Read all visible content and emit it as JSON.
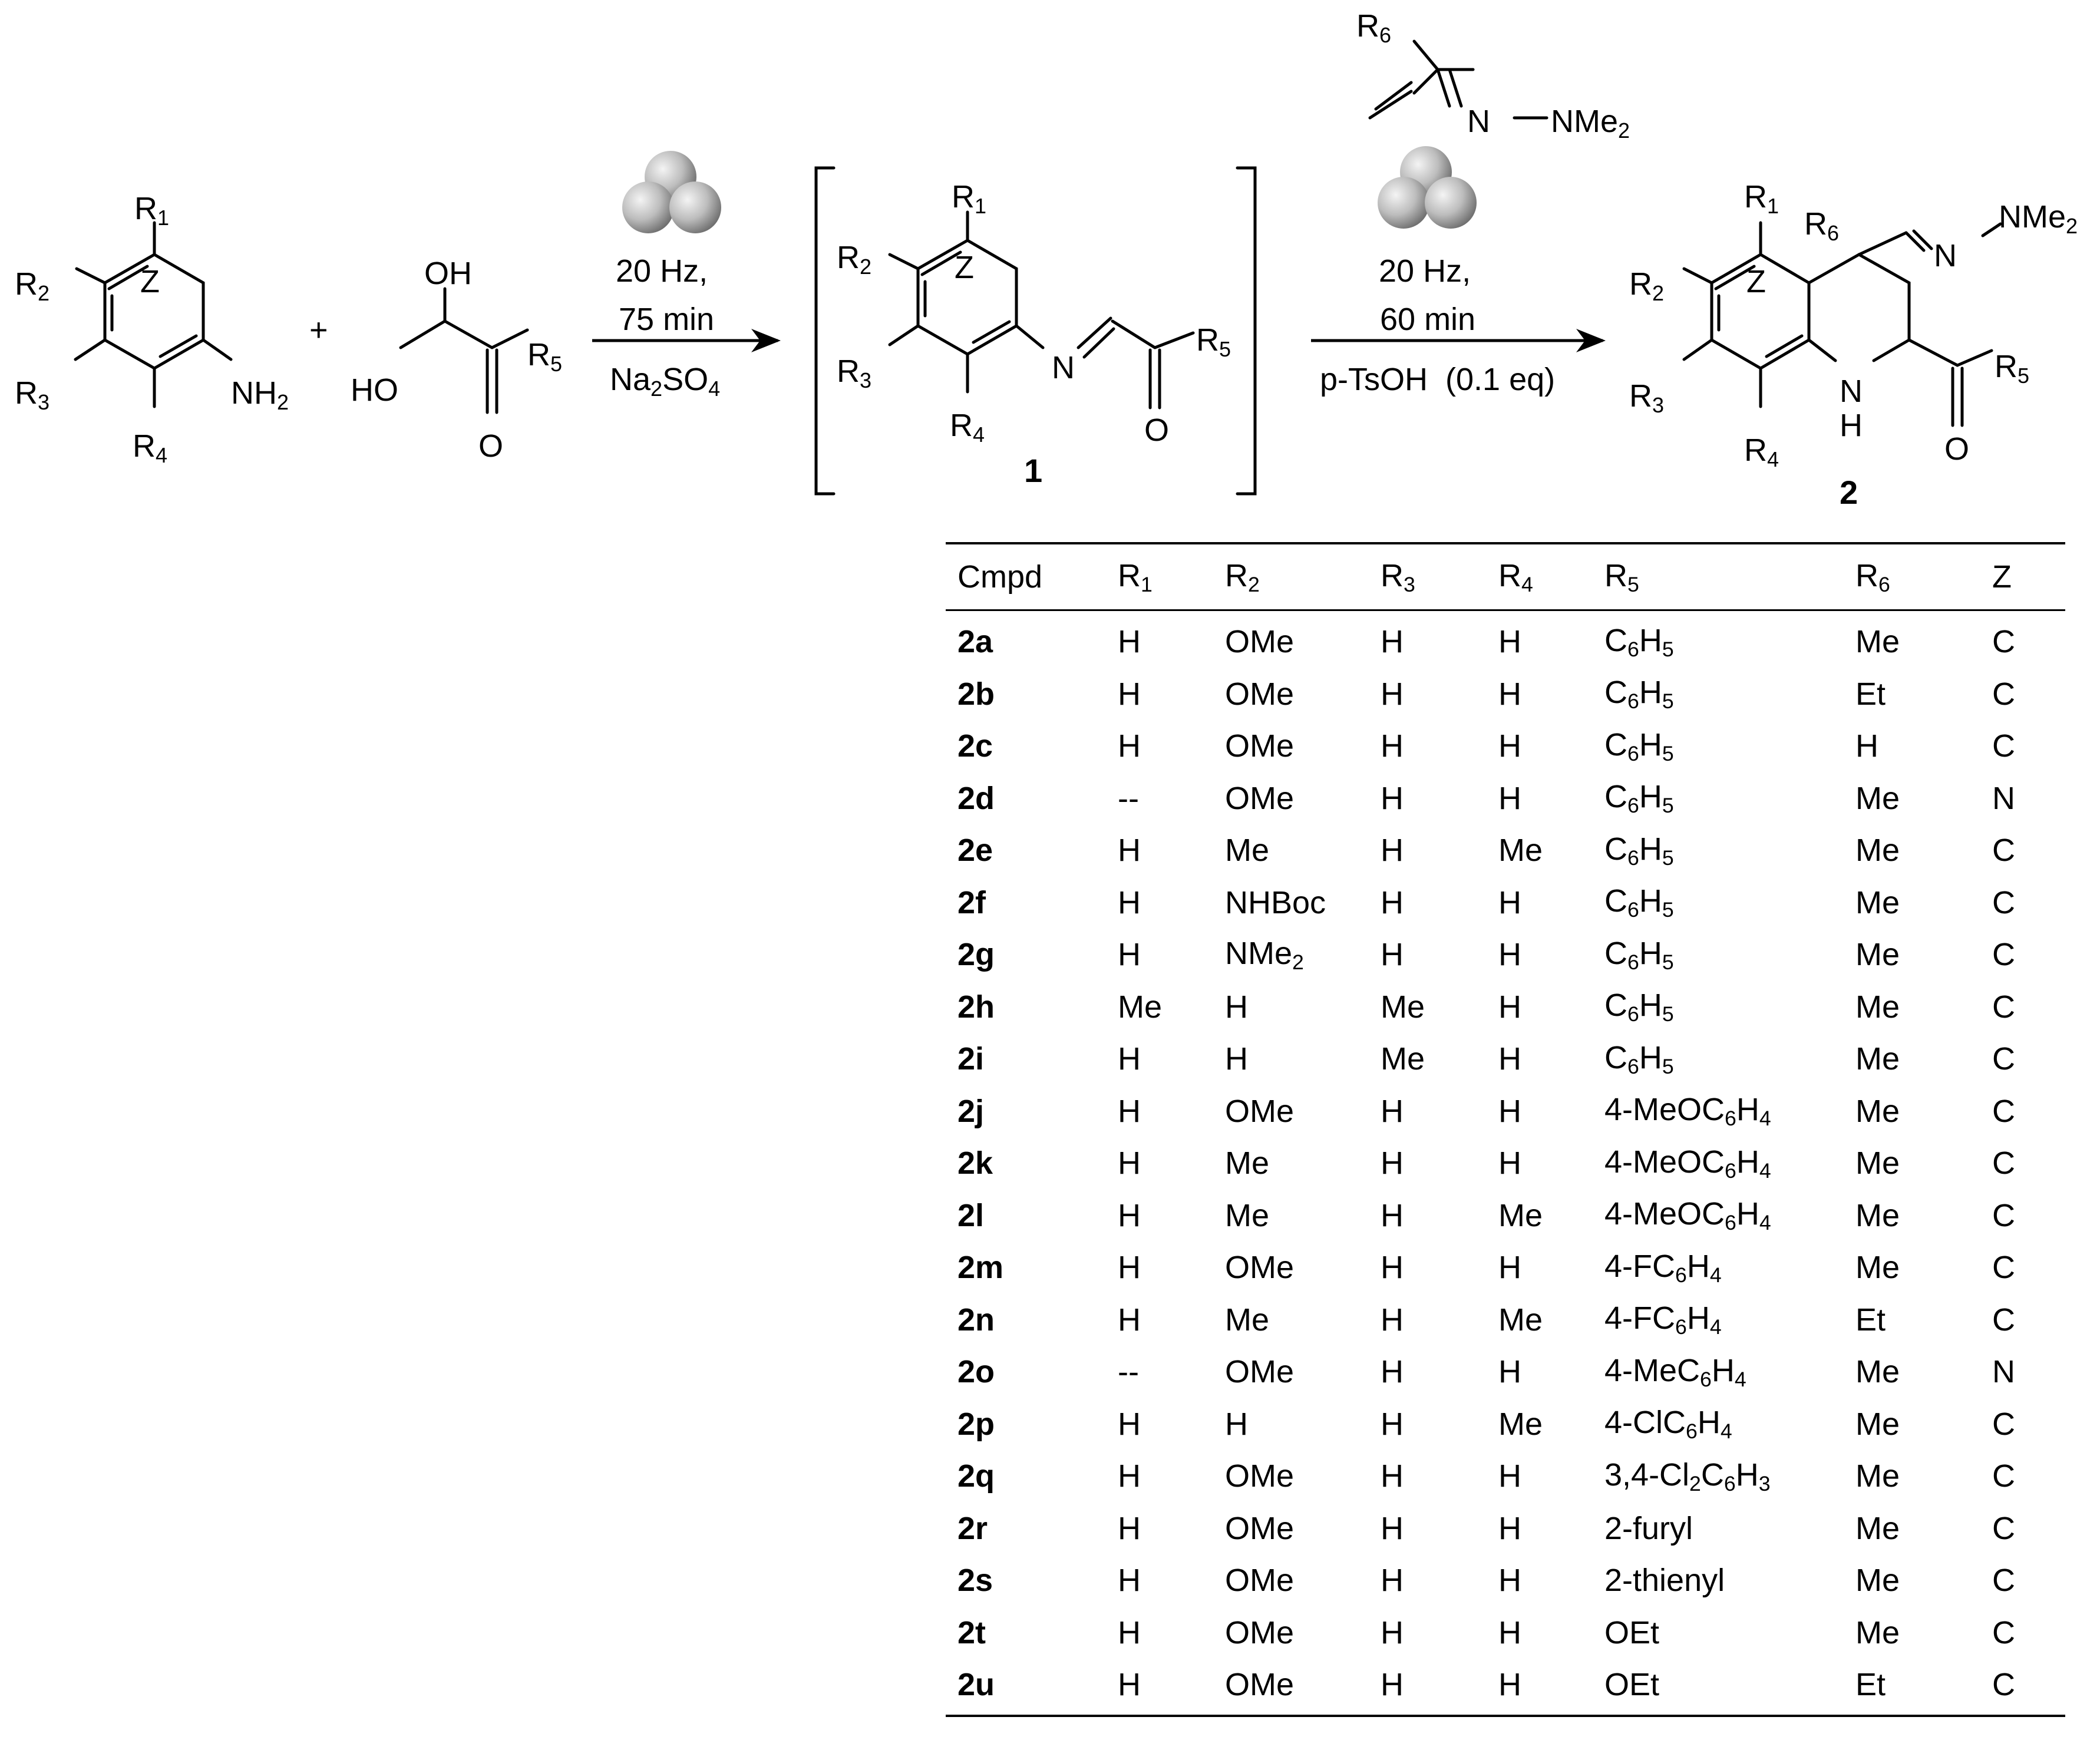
{
  "reactants": {
    "aniline": {
      "r1": "R1",
      "r2": "R2",
      "r3": "R3",
      "r4": "R4",
      "z": "Z",
      "nh2": "NH2"
    },
    "plus": "+",
    "glyoxal": {
      "oh_top": "OH",
      "ho": "HO",
      "o": "O",
      "r5": "R5"
    }
  },
  "step1": {
    "freq": "20 Hz,",
    "time": "75 min",
    "additive": "Na2SO4"
  },
  "intermediate": {
    "label": "1",
    "r1": "R1",
    "r2": "R2",
    "r3": "R3",
    "r4": "R4",
    "r5": "R5",
    "z": "Z",
    "n": "N",
    "o": "O"
  },
  "reagent2": {
    "r6": "R6",
    "n": "N",
    "nme2": "NMe2"
  },
  "step2": {
    "freq": "20 Hz,",
    "time": "60 min",
    "catalyst": "p-TsOH  (0.1 eq)"
  },
  "product": {
    "label": "2",
    "r1": "R1",
    "r2": "R2",
    "r3": "R3",
    "r4": "R4",
    "r5": "R5",
    "r6": "R6",
    "z": "Z",
    "n_top": "N",
    "nme2": "NMe2",
    "nh": "N",
    "h": "H",
    "o": "O"
  },
  "table": {
    "headers": [
      "Cmpd",
      "R1",
      "R2",
      "R3",
      "R4",
      "R5",
      "R6",
      "Z"
    ],
    "rows": [
      [
        "2a",
        "H",
        "OMe",
        "H",
        "H",
        "C6H5",
        "Me",
        "C"
      ],
      [
        "2b",
        "H",
        "OMe",
        "H",
        "H",
        "C6H5",
        "Et",
        "C"
      ],
      [
        "2c",
        "H",
        "OMe",
        "H",
        "H",
        "C6H5",
        "H",
        "C"
      ],
      [
        "2d",
        "--",
        "OMe",
        "H",
        "H",
        "C6H5",
        "Me",
        "N"
      ],
      [
        "2e",
        "H",
        "Me",
        "H",
        "Me",
        "C6H5",
        "Me",
        "C"
      ],
      [
        "2f",
        "H",
        "NHBoc",
        "H",
        "H",
        "C6H5",
        "Me",
        "C"
      ],
      [
        "2g",
        "H",
        "NMe2",
        "H",
        "H",
        "C6H5",
        "Me",
        "C"
      ],
      [
        "2h",
        "Me",
        "H",
        "Me",
        "H",
        "C6H5",
        "Me",
        "C"
      ],
      [
        "2i",
        "H",
        "H",
        "Me",
        "H",
        "C6H5",
        "Me",
        "C"
      ],
      [
        "2j",
        "H",
        "OMe",
        "H",
        "H",
        "4-MeOC6H4",
        "Me",
        "C"
      ],
      [
        "2k",
        "H",
        "Me",
        "H",
        "H",
        "4-MeOC6H4",
        "Me",
        "C"
      ],
      [
        "2l",
        "H",
        "Me",
        "H",
        "Me",
        "4-MeOC6H4",
        "Me",
        "C"
      ],
      [
        "2m",
        "H",
        "OMe",
        "H",
        "H",
        "4-FC6H4",
        "Me",
        "C"
      ],
      [
        "2n",
        "H",
        "Me",
        "H",
        "Me",
        "4-FC6H4",
        "Et",
        "C"
      ],
      [
        "2o",
        "--",
        "OMe",
        "H",
        "H",
        "4-MeC6H4",
        "Me",
        "N"
      ],
      [
        "2p",
        "H",
        "H",
        "H",
        "Me",
        "4-ClC6H4",
        "Me",
        "C"
      ],
      [
        "2q",
        "H",
        "OMe",
        "H",
        "H",
        "3,4-Cl2C6H3",
        "Me",
        "C"
      ],
      [
        "2r",
        "H",
        "OMe",
        "H",
        "H",
        "2-furyl",
        "Me",
        "C"
      ],
      [
        "2s",
        "H",
        "OMe",
        "H",
        "H",
        "2-thienyl",
        "Me",
        "C"
      ],
      [
        "2t",
        "H",
        "OMe",
        "H",
        "H",
        "OEt",
        "Me",
        "C"
      ],
      [
        "2u",
        "H",
        "OMe",
        "H",
        "H",
        "OEt",
        "Et",
        "C"
      ]
    ]
  }
}
